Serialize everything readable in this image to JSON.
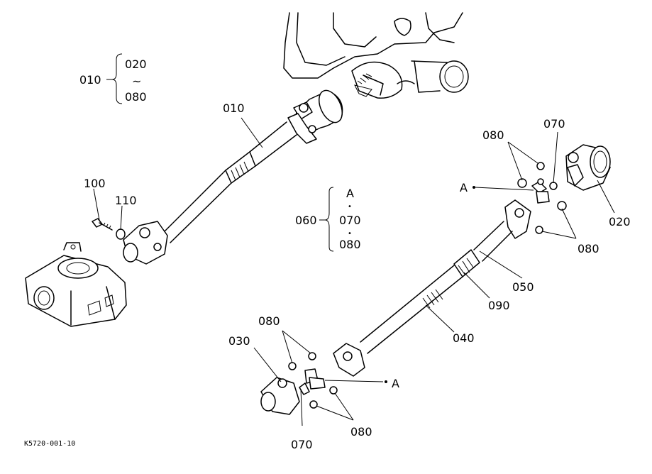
{
  "labels": {
    "l010a": "010",
    "l020top": "020",
    "ltilde": "~",
    "l080top": "080",
    "l010b": "010",
    "l100": "100",
    "l110": "110",
    "l060": "060",
    "lA1": "A",
    "ldot1": "•",
    "l070mid": "070",
    "ldot2": "•",
    "l080mid": "080",
    "l080r1": "080",
    "l070r": "070",
    "lAright": "A",
    "l020r": "020",
    "l080r2": "080",
    "l050": "050",
    "l090": "090",
    "l040": "040",
    "l080b1": "080",
    "l030": "030",
    "lAbot": "A",
    "l070b": "070",
    "l080b2": "080"
  },
  "reference_code": "K5720-001-10"
}
